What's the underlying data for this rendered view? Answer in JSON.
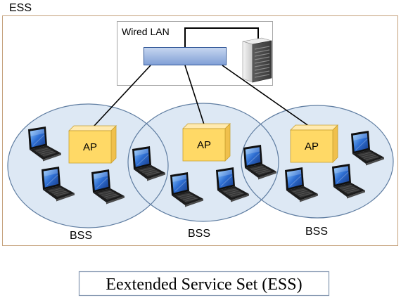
{
  "diagram": {
    "ess_label": "ESS",
    "wired_lan_label": "Wired LAN",
    "access_points": [
      {
        "label": "AP"
      },
      {
        "label": "AP"
      },
      {
        "label": "AP"
      }
    ],
    "bss": [
      {
        "label": "BSS"
      },
      {
        "label": "BSS"
      },
      {
        "label": "BSS"
      }
    ],
    "caption": "Eextended Service Set (ESS)"
  },
  "icons": {
    "laptop": "laptop-icon",
    "server": "server-icon",
    "switch": "switch-icon",
    "access_point": "access-point-icon"
  },
  "colors": {
    "ess_border": "#c4a07a",
    "bss_fill": "#dde8f4",
    "bss_stroke": "#5f7da1",
    "lan_box_stroke": "#a6a6a6",
    "cable": "#000000",
    "switch_top": "#c7d7f0",
    "switch_bottom": "#809fd6",
    "switch_stroke": "#2f5597",
    "ap_front": "#ffd966",
    "ap_top": "#ffeab0",
    "ap_side": "#f0c04c",
    "ap_edge": "#c9a030",
    "caption_stroke": "#8497b0"
  }
}
